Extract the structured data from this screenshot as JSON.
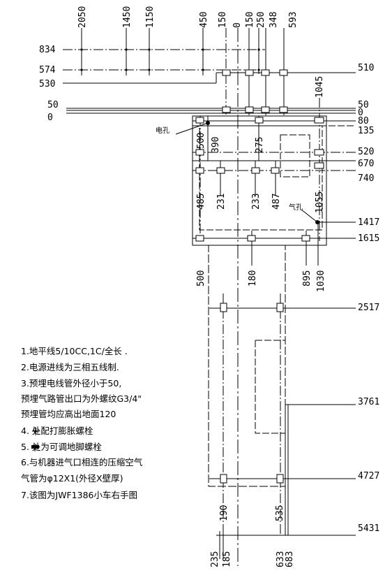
{
  "top_x_labels": [
    "2050",
    "1450",
    "1150",
    "450",
    "150",
    "0",
    "150",
    "250",
    "348",
    "593"
  ],
  "left_y_labels": [
    "834",
    "574",
    "530",
    "50",
    "0"
  ],
  "right_y_labels": [
    "510",
    "50",
    "0",
    "80",
    "135",
    "520",
    "670",
    "740",
    "1417",
    "1615",
    "2517",
    "3761",
    "4727",
    "5431"
  ],
  "label_1045": "1045",
  "row1_x_labels": [
    "500",
    "390",
    "275"
  ],
  "row2_x_labels": [
    "485",
    "231",
    "233",
    "487",
    "1055"
  ],
  "row3_x_labels": [
    "500",
    "180",
    "895",
    "1030"
  ],
  "lower_x_labels": [
    "190",
    "535"
  ],
  "bottom_x_labels": [
    "235",
    "185",
    "633",
    "683"
  ],
  "electric_hole_label": "电孔",
  "air_hole_label": "气孔",
  "notes": [
    "1.地平线5/10CC,1C/全长 .",
    "2.电源进线为三相五线制.",
    "3.预埋电线管外径小于50,",
    "  预埋气路管出口为外螺纹G3/4\"",
    "  预埋管均应高出地面120",
    "4.   处配打膨胀螺栓",
    "5.   处为可调地脚螺栓",
    "6.与机器进气口相连的压缩空气",
    "  气管为φ12X1(外径X壁厚)",
    "7.该图为JWF1386小车右手图"
  ]
}
